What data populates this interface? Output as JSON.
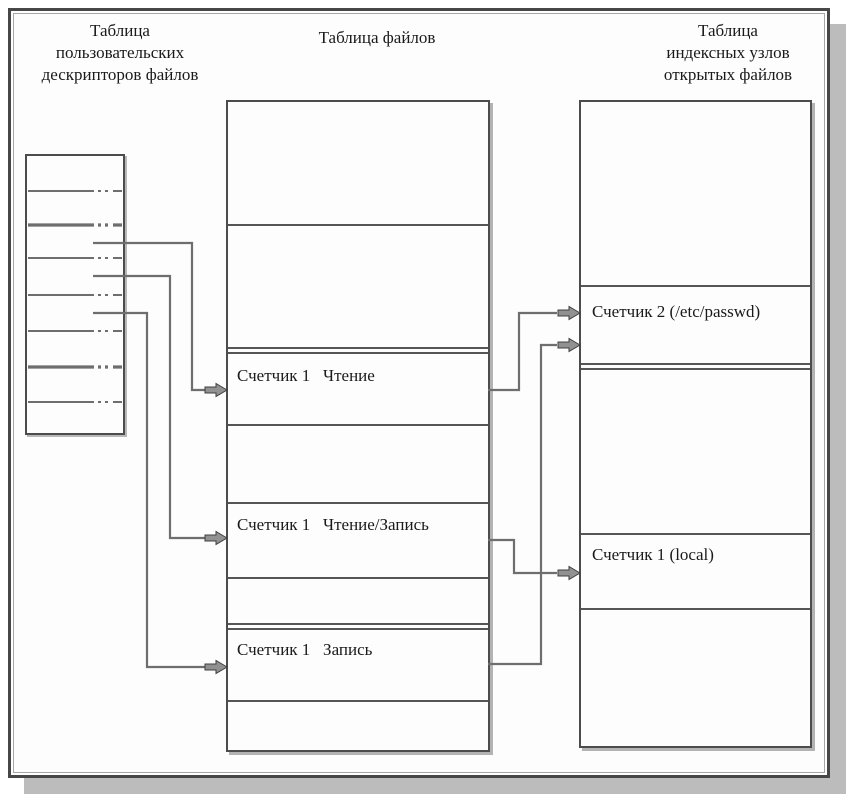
{
  "user_table": {
    "title_lines": [
      "Таблица",
      "пользовательских",
      "дескрипторов файлов"
    ],
    "row_count": 8
  },
  "file_table": {
    "title": "Таблица файлов",
    "entries": [
      "Счетчик 1   Чтение",
      "Счетчик 1   Чтение/Запись",
      "Счетчик 1   Запись"
    ]
  },
  "inode_table": {
    "title_lines": [
      "Таблица",
      "индексных узлов",
      "открытых файлов"
    ],
    "entries": [
      "Счетчик 2 (/etc/passwd)",
      "Счетчик 1 (local)"
    ]
  },
  "colors": {
    "table_border": "#4c4c4c",
    "pointer_line": "#6e6e6e",
    "arrowhead": "#919191",
    "frame_shadow": "#bcbcbc",
    "text": "#1a1a1a"
  }
}
